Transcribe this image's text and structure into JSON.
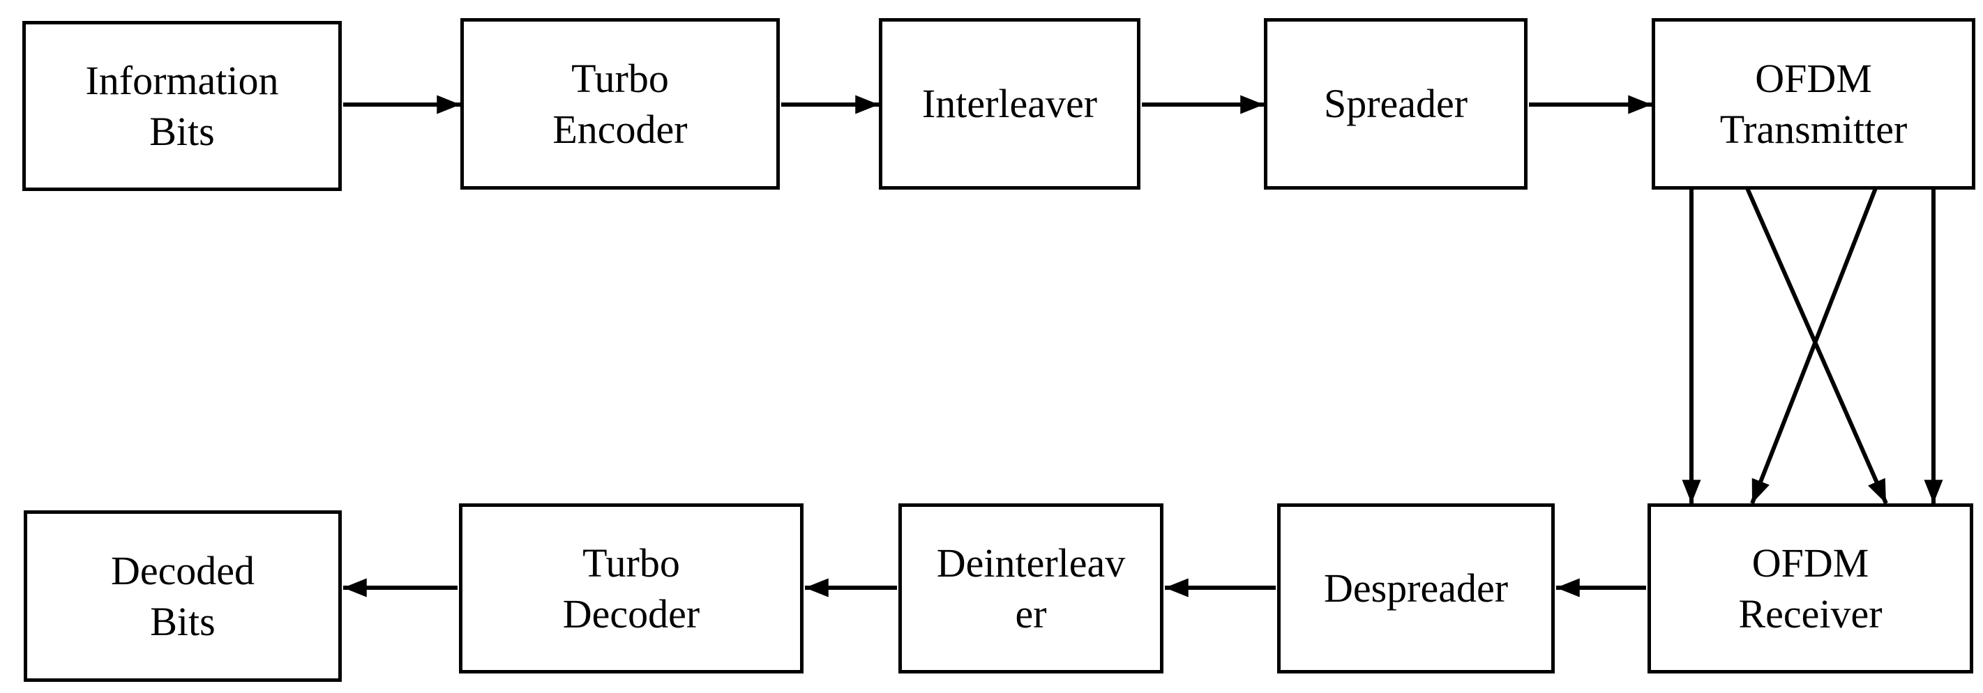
{
  "diagram": {
    "title": "Turbo-coded spread OFDM transceiver block diagram",
    "colors": {
      "background": "#ffffff",
      "line": "#000000",
      "text": "#000000"
    },
    "nodes": [
      {
        "id": "information-bits",
        "label": "Information\nBits"
      },
      {
        "id": "turbo-encoder",
        "label": "Turbo\nEncoder"
      },
      {
        "id": "interleaver",
        "label": "Interleaver"
      },
      {
        "id": "spreader",
        "label": "Spreader"
      },
      {
        "id": "ofdm-transmitter",
        "label": "OFDM\nTransmitter"
      },
      {
        "id": "ofdm-receiver",
        "label": "OFDM\nReceiver"
      },
      {
        "id": "despreader",
        "label": "Despreader"
      },
      {
        "id": "deinterleaver",
        "label": "Deinterleav\ner"
      },
      {
        "id": "turbo-decoder",
        "label": "Turbo\nDecoder"
      },
      {
        "id": "decoded-bits",
        "label": "Decoded\nBits"
      }
    ],
    "connections": [
      {
        "from": "information-bits",
        "to": "turbo-encoder",
        "style": "right-arrow"
      },
      {
        "from": "turbo-encoder",
        "to": "interleaver",
        "style": "right-arrow"
      },
      {
        "from": "interleaver",
        "to": "spreader",
        "style": "right-arrow"
      },
      {
        "from": "spreader",
        "to": "ofdm-transmitter",
        "style": "right-arrow"
      },
      {
        "from": "ofdm-transmitter",
        "to": "ofdm-receiver",
        "style": "four-path-channel: outer straight down-arrows, inner crossing diagonal down-arrows"
      },
      {
        "from": "ofdm-receiver",
        "to": "despreader",
        "style": "left-arrow"
      },
      {
        "from": "despreader",
        "to": "deinterleaver",
        "style": "left-arrow"
      },
      {
        "from": "deinterleaver",
        "to": "turbo-decoder",
        "style": "left-arrow"
      },
      {
        "from": "turbo-decoder",
        "to": "decoded-bits",
        "style": "left-arrow"
      }
    ]
  }
}
